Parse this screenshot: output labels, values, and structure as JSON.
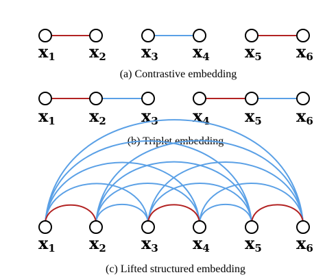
{
  "colors": {
    "positive": "#b22222",
    "negative": "#5aa0e6",
    "node_stroke": "#000000",
    "node_fill": "#ffffff"
  },
  "panels": [
    {
      "caption": "(a) Contrastive embedding",
      "nodes": [
        {
          "var": "x",
          "sub": "1"
        },
        {
          "var": "x",
          "sub": "2"
        },
        {
          "var": "x",
          "sub": "3"
        },
        {
          "var": "x",
          "sub": "4"
        },
        {
          "var": "x",
          "sub": "5"
        },
        {
          "var": "x",
          "sub": "6"
        }
      ],
      "edges": [
        {
          "from": 0,
          "to": 1,
          "kind": "positive",
          "style": "line"
        },
        {
          "from": 2,
          "to": 3,
          "kind": "negative",
          "style": "line"
        },
        {
          "from": 4,
          "to": 5,
          "kind": "positive",
          "style": "line"
        }
      ]
    },
    {
      "caption": "(b) Triplet embedding",
      "nodes": [
        {
          "var": "x",
          "sub": "1"
        },
        {
          "var": "x",
          "sub": "2"
        },
        {
          "var": "x",
          "sub": "3"
        },
        {
          "var": "x",
          "sub": "4"
        },
        {
          "var": "x",
          "sub": "5"
        },
        {
          "var": "x",
          "sub": "6"
        }
      ],
      "edges": [
        {
          "from": 0,
          "to": 1,
          "kind": "positive",
          "style": "line"
        },
        {
          "from": 1,
          "to": 2,
          "kind": "negative",
          "style": "line"
        },
        {
          "from": 3,
          "to": 4,
          "kind": "positive",
          "style": "line"
        },
        {
          "from": 4,
          "to": 5,
          "kind": "negative",
          "style": "line"
        }
      ]
    },
    {
      "caption": "(c) Lifted structured embedding",
      "nodes": [
        {
          "var": "x",
          "sub": "1"
        },
        {
          "var": "x",
          "sub": "2"
        },
        {
          "var": "x",
          "sub": "3"
        },
        {
          "var": "x",
          "sub": "4"
        },
        {
          "var": "x",
          "sub": "5"
        },
        {
          "var": "x",
          "sub": "6"
        }
      ],
      "edges": [
        {
          "from": 0,
          "to": 1,
          "kind": "positive",
          "style": "arc"
        },
        {
          "from": 2,
          "to": 3,
          "kind": "positive",
          "style": "arc"
        },
        {
          "from": 4,
          "to": 5,
          "kind": "positive",
          "style": "arc"
        },
        {
          "from": 0,
          "to": 2,
          "kind": "negative",
          "style": "arc"
        },
        {
          "from": 0,
          "to": 3,
          "kind": "negative",
          "style": "arc"
        },
        {
          "from": 0,
          "to": 4,
          "kind": "negative",
          "style": "arc"
        },
        {
          "from": 0,
          "to": 5,
          "kind": "negative",
          "style": "arc"
        },
        {
          "from": 1,
          "to": 2,
          "kind": "negative",
          "style": "arc"
        },
        {
          "from": 1,
          "to": 3,
          "kind": "negative",
          "style": "arc"
        },
        {
          "from": 1,
          "to": 4,
          "kind": "negative",
          "style": "arc"
        },
        {
          "from": 1,
          "to": 5,
          "kind": "negative",
          "style": "arc"
        },
        {
          "from": 2,
          "to": 4,
          "kind": "negative",
          "style": "arc"
        },
        {
          "from": 2,
          "to": 5,
          "kind": "negative",
          "style": "arc"
        },
        {
          "from": 3,
          "to": 4,
          "kind": "negative",
          "style": "arc"
        },
        {
          "from": 3,
          "to": 5,
          "kind": "negative",
          "style": "arc"
        }
      ]
    }
  ]
}
